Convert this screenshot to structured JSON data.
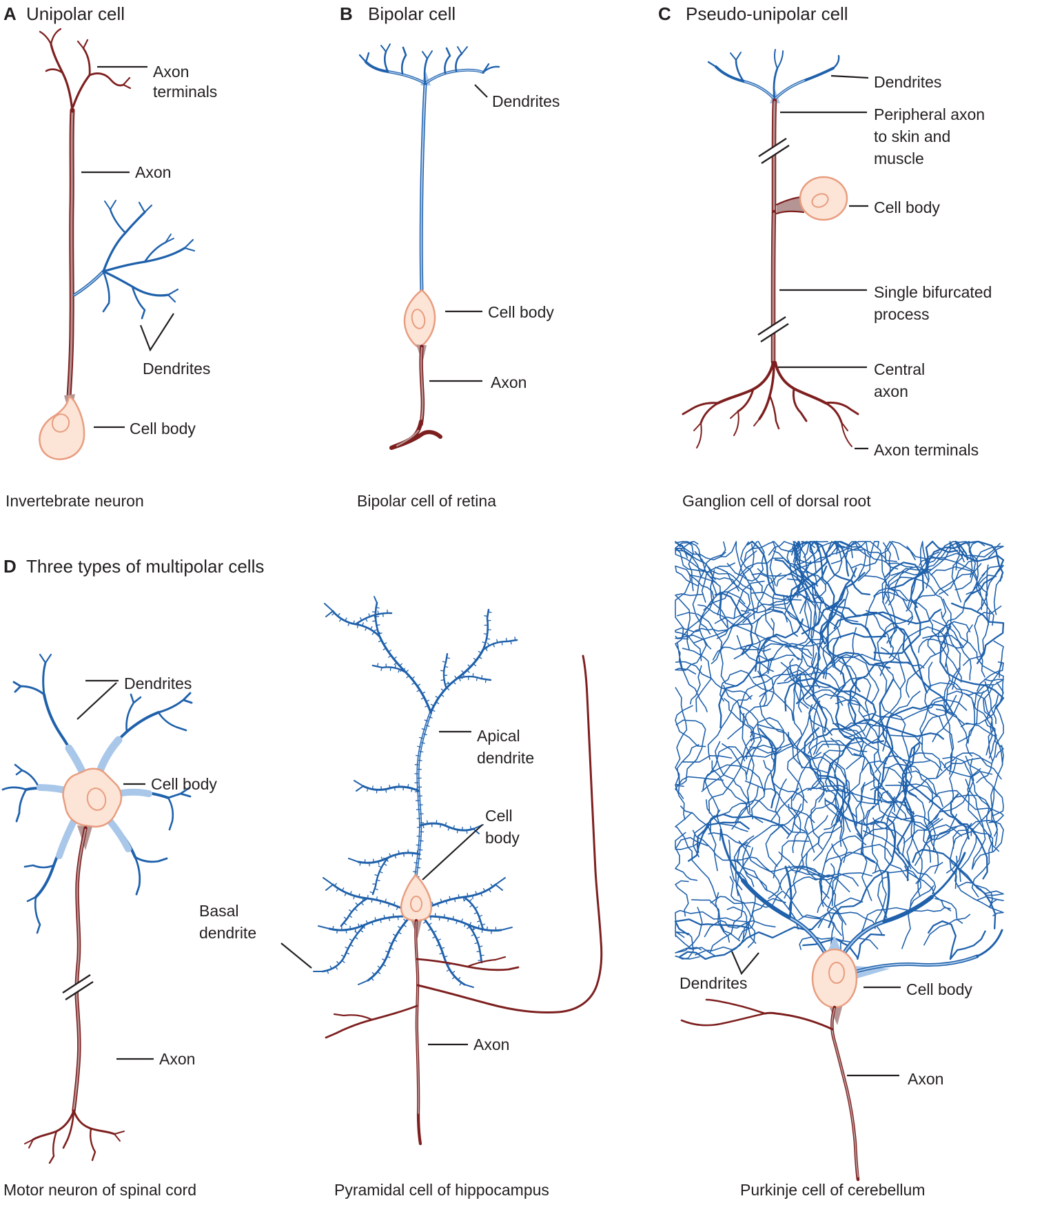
{
  "figure": {
    "panels": {
      "a": {
        "letter": "A",
        "title": "Unipolar cell",
        "caption": "Invertebrate neuron",
        "labels": {
          "axon_terminals": [
            "Axon",
            "terminals"
          ],
          "axon": "Axon",
          "dendrites": "Dendrites",
          "cell_body": "Cell body"
        }
      },
      "b": {
        "letter": "B",
        "title": "Bipolar cell",
        "caption": "Bipolar cell of retina",
        "labels": {
          "dendrites": "Dendrites",
          "cell_body": "Cell body",
          "axon": "Axon"
        }
      },
      "c": {
        "letter": "C",
        "title": "Pseudo-unipolar cell",
        "caption": "Ganglion cell of dorsal root",
        "labels": {
          "dendrites": "Dendrites",
          "peripheral_axon": [
            "Peripheral axon",
            "to skin and",
            "muscle"
          ],
          "cell_body": "Cell body",
          "single_bifurcated": [
            "Single bifurcated",
            "process"
          ],
          "central_axon": [
            "Central",
            "axon"
          ],
          "axon_terminals": "Axon terminals"
        }
      },
      "d": {
        "letter": "D",
        "title": "Three types of multipolar cells"
      },
      "motor": {
        "caption": "Motor neuron of spinal cord",
        "labels": {
          "dendrites": "Dendrites",
          "cell_body": "Cell body",
          "axon": "Axon"
        }
      },
      "pyramidal": {
        "caption": "Pyramidal cell of hippocampus",
        "labels": {
          "apical_dendrite": [
            "Apical",
            "dendrite"
          ],
          "cell_body": [
            "Cell",
            "body"
          ],
          "basal_dendrite": [
            "Basal",
            "dendrite"
          ],
          "axon": "Axon"
        }
      },
      "purkinje": {
        "caption": "Purkinje cell of cerebellum",
        "labels": {
          "dendrites": "Dendrites",
          "cell_body": "Cell body",
          "axon": "Axon"
        }
      }
    },
    "colors": {
      "axon_red": "#7e1f1f",
      "axon_core": "#b59593",
      "dendrite_blue": "#1f61ab",
      "dendrite_core": "#a9c7e9",
      "cell_fill": "#fce4d7",
      "cell_outline": "#e89d7f",
      "text": "#231f20",
      "background": "#ffffff"
    }
  }
}
